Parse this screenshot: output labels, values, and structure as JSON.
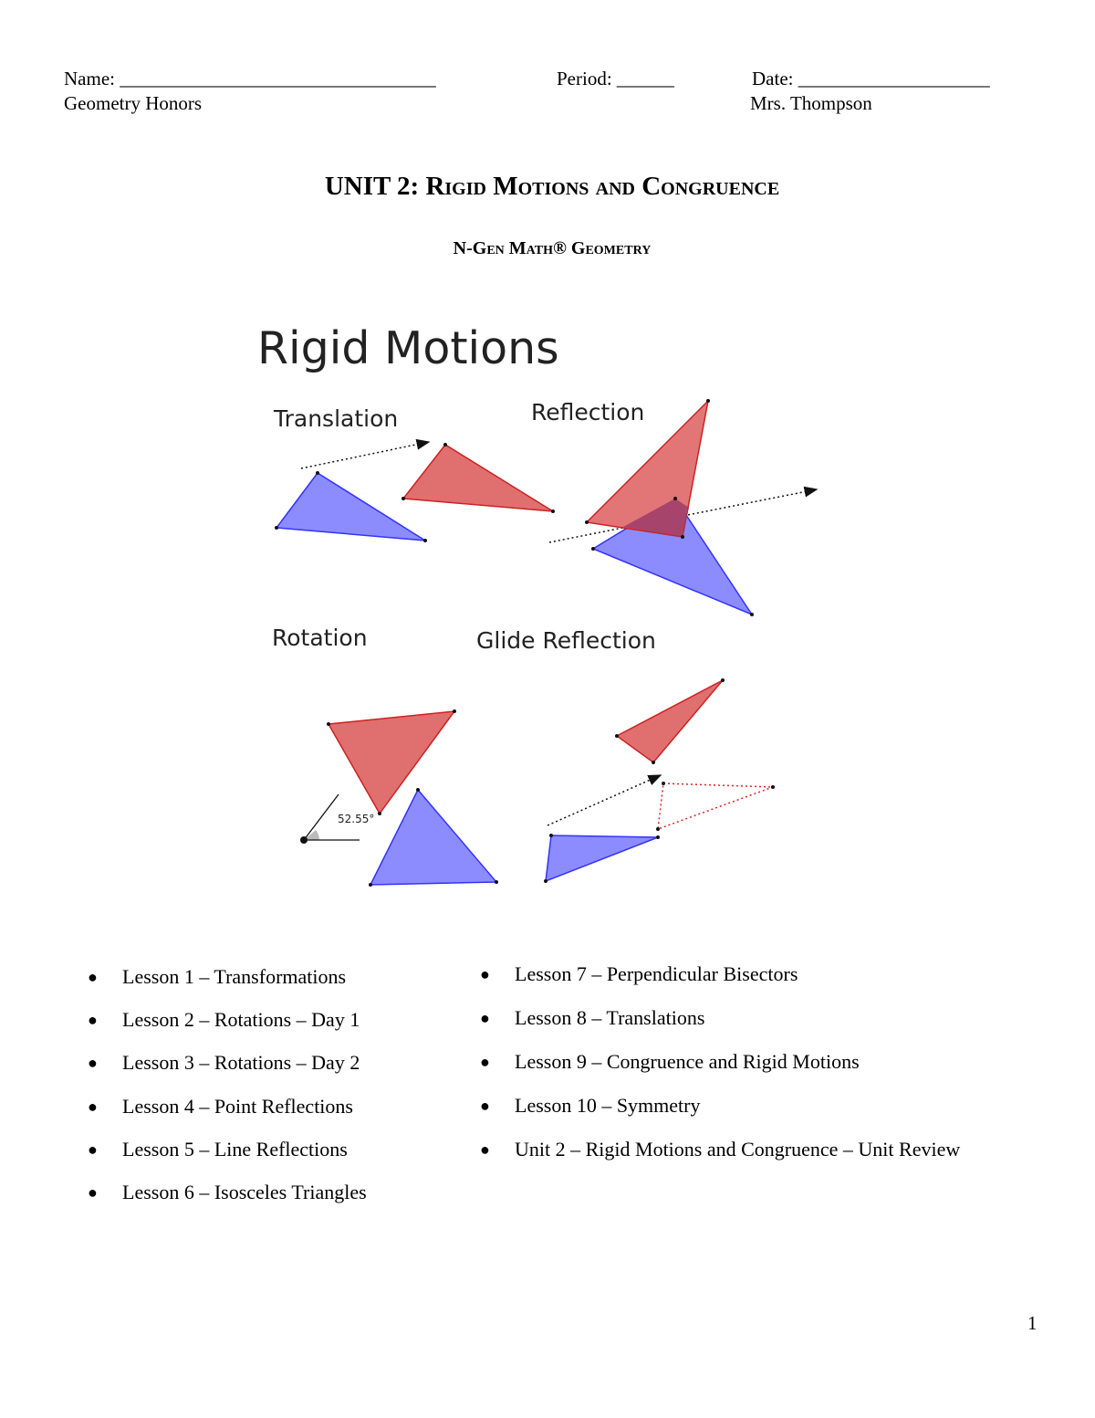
{
  "header": {
    "name_label": "Name: _________________________________",
    "period_label": "Period: ______",
    "date_label": "Date: ____________________",
    "course": "Geometry Honors",
    "teacher": "Mrs. Thompson"
  },
  "title": {
    "main": "UNIT 2: Rigid Motions and Congruence",
    "subtitle": "N-Gen Math® Geometry"
  },
  "figure": {
    "heading": "Rigid Motions",
    "labels": {
      "translation": "Translation",
      "reflection": "Reflection",
      "rotation": "Rotation",
      "glide_reflection": "Glide Reflection",
      "angle": "52.55°"
    },
    "colors": {
      "red_fill": "#e06666",
      "red_stroke": "#cc0000",
      "blue_fill": "#8080ff",
      "blue_stroke": "#3333ff",
      "overlap_fill": "#9a3a6a"
    }
  },
  "lessons": {
    "left": [
      "Lesson 1 – Transformations",
      "Lesson 2 – Rotations – Day 1",
      "Lesson 3 – Rotations – Day 2",
      "Lesson 4 – Point Reflections",
      "Lesson 5 – Line Reflections",
      "Lesson 6 – Isosceles Triangles"
    ],
    "right": [
      "Lesson 7 – Perpendicular Bisectors",
      "Lesson 8 – Translations",
      "Lesson 9 – Congruence and Rigid Motions",
      "Lesson 10 – Symmetry",
      "Unit 2 – Rigid Motions and Congruence – Unit Review"
    ]
  },
  "page_number": "1"
}
